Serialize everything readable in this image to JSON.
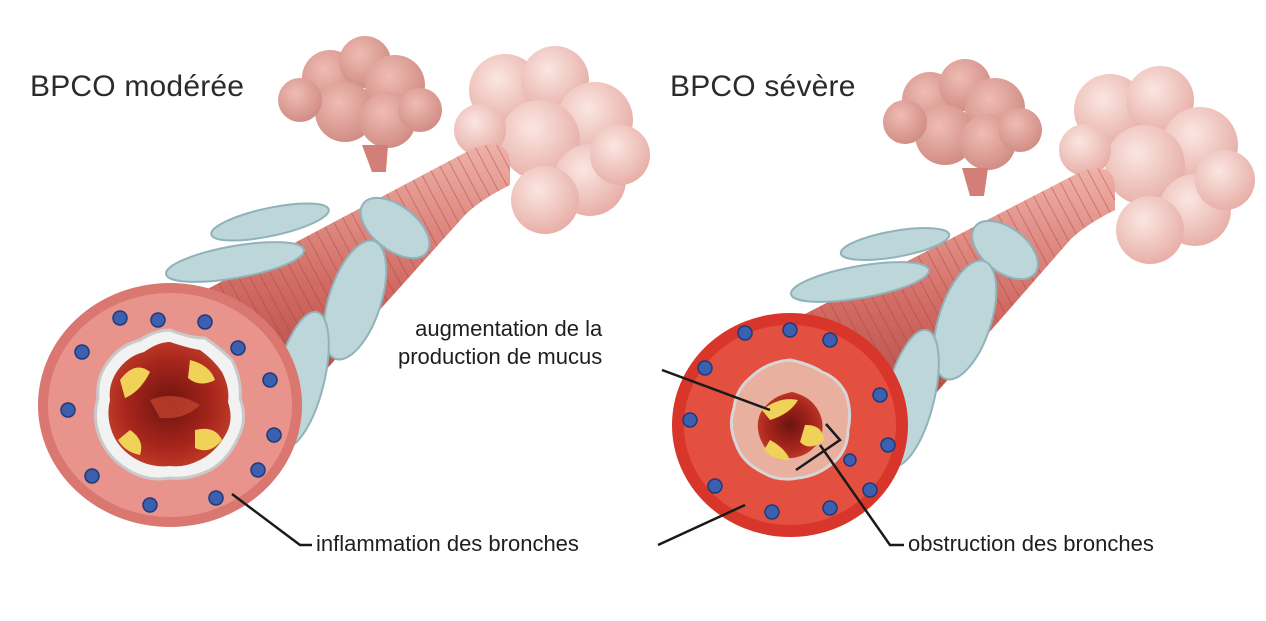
{
  "titles": {
    "moderate": "BPCO modérée",
    "severe": "BPCO sévère"
  },
  "labels": {
    "mucus_line1": "augmentation de la",
    "mucus_line2": "production de mucus",
    "inflammation": "inflammation des bronches",
    "obstruction": "obstruction des bronches"
  },
  "colors": {
    "muscle": "#c85a58",
    "muscle_light": "#e29a93",
    "cartilage": "#b9d4d8",
    "wall_moderate": "#e48a84",
    "wall_severe": "#e2483a",
    "gland_dot": "#3c5fb0",
    "alveoli": "#f0c8c2",
    "mucus": "#f0d258",
    "lumen": "#a8261c"
  }
}
